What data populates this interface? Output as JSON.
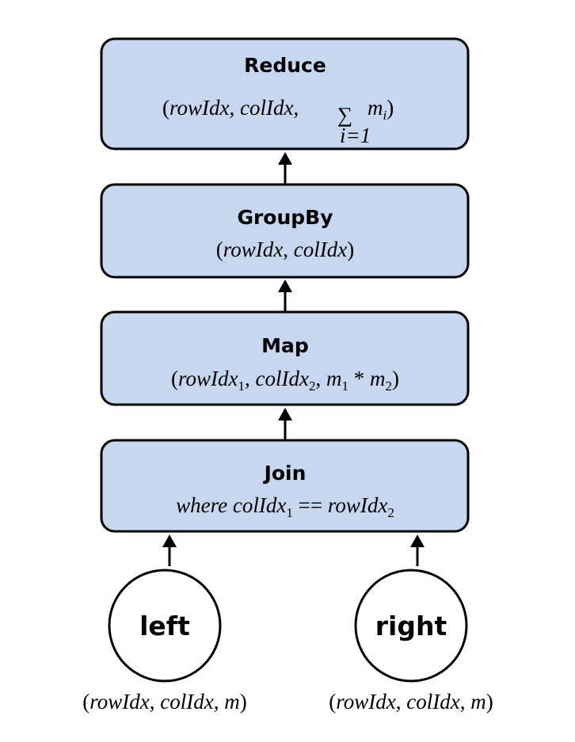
{
  "nodes": {
    "reduce": {
      "title": "Reduce",
      "open": "(",
      "v1": "rowIdx",
      "comma1": ", ",
      "v2": "colIdx",
      "comma2": ",",
      "sum_symbol": "∑",
      "sum_index": "i=1",
      "m": "m",
      "m_sub": "i",
      "close": ")"
    },
    "groupby": {
      "title": "GroupBy",
      "open": "(",
      "v1": "rowIdx",
      "comma1": ", ",
      "v2": "colIdx",
      "close": ")"
    },
    "map": {
      "title": "Map",
      "open": "(",
      "v1": "rowIdx",
      "v1_sub": "1",
      "comma1": ", ",
      "v2": "colIdx",
      "v2_sub": "2",
      "comma2": ", ",
      "m1": "m",
      "m1_sub": "1",
      "times": " * ",
      "m2": "m",
      "m2_sub": "2",
      "close": ")"
    },
    "join": {
      "title": "Join",
      "where": "where ",
      "v1": "colIdx",
      "v1_sub": "1",
      "eq": " == ",
      "v2": "rowIdx",
      "v2_sub": "2"
    },
    "left": {
      "label": "left",
      "open": "(",
      "v1": "rowIdx",
      "comma1": ", ",
      "v2": "colIdx",
      "comma2": ", ",
      "v3": "m",
      "close": ")"
    },
    "right": {
      "label": "right",
      "open": "(",
      "v1": "rowIdx",
      "comma1": ", ",
      "v2": "colIdx",
      "comma2": ", ",
      "v3": "m",
      "close": ")"
    }
  }
}
